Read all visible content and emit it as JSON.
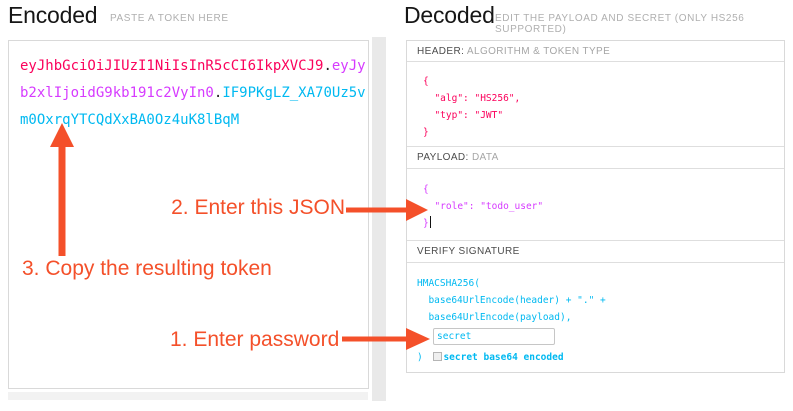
{
  "encoded": {
    "title": "Encoded",
    "subtitle": "PASTE A TOKEN HERE",
    "token": {
      "header": "eyJhbGciOiJIUzI1NiIsInR5cCI6IkpXVCJ9",
      "separator": ".",
      "payload": "eyJyb2xlIjoidG9kb191c2VyIn0",
      "signature": "IF9PKgLZ_XA70Uz5vm0OxrqYTCQdXxBA0Oz4uK8lBqM"
    },
    "colors": {
      "header": "#fb015b",
      "payload": "#d63aff",
      "signature": "#00b9f1"
    }
  },
  "decoded": {
    "title": "Decoded",
    "subtitle": "EDIT THE PAYLOAD AND SECRET (ONLY HS256 SUPPORTED)",
    "header_section": {
      "label": "HEADER:",
      "label_detail": "ALGORITHM & TOKEN TYPE",
      "json_lines": [
        "{",
        "  \"alg\": \"HS256\",",
        "  \"typ\": \"JWT\"",
        "}"
      ]
    },
    "payload_section": {
      "label": "PAYLOAD:",
      "label_detail": "DATA",
      "json_lines": [
        "{",
        "  \"role\": \"todo_user\"",
        "}"
      ]
    },
    "verify_section": {
      "label": "VERIFY SIGNATURE",
      "code_lines": [
        "HMACSHA256(",
        "  base64UrlEncode(header) + \".\" +",
        "  base64UrlEncode(payload),"
      ],
      "secret_value": "secret",
      "closing": ") ",
      "checkbox_label": "secret base64 encoded"
    }
  },
  "annotations": {
    "step1": "1. Enter password",
    "step2": "2. Enter this JSON",
    "step3": "3. Copy the resulting token",
    "color": "#f4502a"
  }
}
